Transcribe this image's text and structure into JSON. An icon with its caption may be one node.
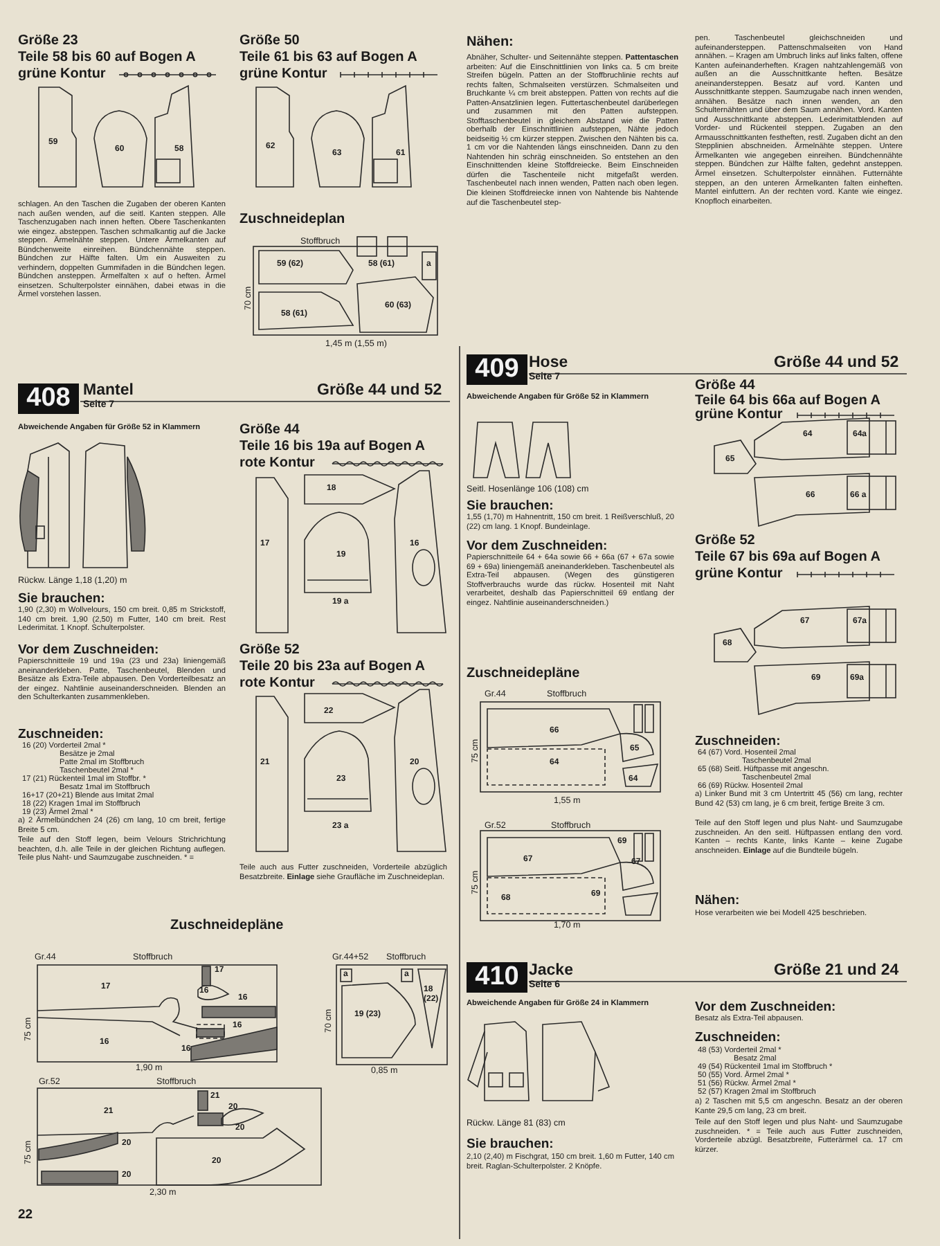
{
  "diagram": {
    "nodes": [
      {
        "text": [
          "408"
        ],
        "beside": [
          "Mantel",
          "Seite 7"
        ]
      },
      {
        "text": [
          "409"
        ],
        "beside": [
          "Hose",
          "Seite 7"
        ]
      },
      {
        "text": [
          "410"
        ],
        "beside": [
          "Jacke",
          "Seite 6"
        ]
      }
    ],
    "labels": [
      "Größe 23",
      "Teile 58 bis 60 auf Bogen A",
      "grüne Kontur",
      "59",
      "60",
      "58",
      "Größe 50",
      "Teile 61 bis 63 auf Bogen A",
      "grüne Kontur",
      "62",
      "63",
      "61",
      "schlagen. An den Taschen die Zugaben der oberen Kanten nach außen wenden, auf die seitl. Kanten steppen. Alle Taschenzugaben nach innen heften. Obere Taschenkanten wie eingez. absteppen. Taschen schmalkantig auf die Jacke steppen. Ärmelnähte steppen. Untere Ärmelkanten auf Bündchenweite einreihen. Bündchennähte steppen. Bündchen zur Hälfte falten. Um ein Ausweiten zu verhindern, doppelten Gummifaden in die Bündchen legen. Bündchen ansteppen. Ärmelfalten x auf o heften. Ärmel einsetzen. Schulterpolster einnähen, dabei etwas in die Ärmel vorstehen lassen.",
      "Zuschneideplan",
      "Stoffbruch",
      "59 (62)",
      "58 (61)",
      "a",
      "70 cm",
      "58 (61)",
      "60 (63)",
      "1,45 m (1,55 m)",
      "Nähen:",
      "Abnäher, Schulter- und Seitennähte steppen. **Pattentaschen** arbeiten: Auf die Einschnittlinien von links ca. 5 cm breite Streifen bügeln. Patten an der Stoffbruchlinie rechts auf rechts falten, Schmalseiten verstürzen. Schmalseiten und Bruchkante ¼ cm breit absteppen. Patten von rechts auf die Patten-Ansatzlinien legen. Futtertaschenbeutel darüberlegen und zusammen mit den Patten aufsteppen. Stofftaschenbeutel in gleichem Abstand wie die Patten oberhalb der Einschnittlinien aufsteppen, Nähte jedoch beidseitig ½ cm kürzer steppen. Zwischen den Nähten bis ca. 1 cm vor die Nahtenden längs einschneiden. Dann zu den Nahtenden hin schräg einschneiden. So entstehen an den Einschnittenden kleine Stoffdreiecke. Beim Einschneiden dürfen die Taschenteile nicht mitgefaßt werden. Taschenbeutel nach innen wenden, Patten nach oben legen. Die kleinen Stoffdreiecke innen von Nahtende bis Nahtende auf die Taschenbeutel step-",
      "pen. Taschenbeutel gleichschneiden und aufeinandersteppen. Pattenschmalseiten von Hand annähen. – Kragen am Umbruch links auf links falten, offene Kanten aufeinanderheften. Kragen nahtzahlengemäß von außen an die Ausschnittkante heften. Besätze aneinandersteppen. Besatz auf vord. Kanten und Ausschnittkante steppen. Saumzugabe nach innen wenden, annähen. Besätze nach innen wenden, an den Schulternähten und über dem Saum annähen. Vord. Kanten und Ausschnittkante absteppen. Lederimitatblenden auf Vorder- und Rückenteil steppen. Zugaben an den Armausschnittkanten festheften, restl. Zugaben dicht an den Stepplinien abschneiden. Ärmelnähte steppen. Untere Ärmelkanten wie angegeben einreihen. Bündchennähte steppen. Bündchen zur Hälfte falten, gedehnt ansteppen. Ärmel einsetzen. Schulterpolster einnähen. Futternähte steppen, an den unteren Ärmelkanten falten einheften. Mantel einfuttern. An der rechten vord. Kante wie eingez. Knopfloch einarbeiten.",
      "Größe 44 und 52",
      "Abweichende Angaben für Größe 52 in Klammern",
      "Rückw. Länge 1,18 (1,20) m",
      "Sie brauchen:",
      "1,90 (2,30) m Wollvelours, 150 cm breit. 0,85 m Strickstoff, 140 cm breit. 1,90 (2,50) m Futter, 140 cm breit. Rest Lederimitat. 1 Knopf. Schulterpolster.",
      "Vor dem Zuschneiden:",
      "Papierschnitteile 19 und 19a (23 und 23a) liniengemäß aneinanderkleben. Patte, Taschenbeutel, Blenden und Besätze als Extra-Teile abpausen. Den Vorderteilbesatz an der eingez. Nahtlinie auseinanderschneiden. Blenden an den Schulterkanten zusammenkleben.",
      "Zuschneiden:",
      "16 (20) Vorderteil 2mal *",
      "Besätze je 2mal",
      "Patte 2mal im Stoffbruch",
      "Taschenbeutel 2mal *",
      "17 (21) Rückenteil 1mal im Stoffbr. *",
      "Besatz 1mal im Stoffbruch",
      "16+17 (20+21) Blende aus Imitat 2mal",
      "18 (22) Kragen 1mal im Stoffbruch",
      "19 (23) Ärmel 2mal *",
      "a) 2 Ärmelbündchen 24 (26) cm lang, 10 cm breit, fertige Breite 5 cm.",
      "Teile auf den Stoff legen, beim Velours Strichrichtung beachten, d.h. alle Teile in der gleichen Richtung auflegen. Teile plus Naht- und Saumzugabe zuschneiden. * =",
      "Größe 44",
      "Teile 16 bis 19a auf Bogen A",
      "rote Kontur",
      "17",
      "18",
      "19",
      "19 a",
      "16",
      "Größe 52",
      "Teile 20 bis 23a auf Bogen A",
      "rote Kontur",
      "22",
      "21",
      "23",
      "23 a",
      "20",
      "Teile auch aus Futter zuschneiden, Vorderteile abzüglich Besatzbreite. **Einlage** siehe Graufläche im Zuschneideplan.",
      "Zuschneidepläne",
      "Gr.44",
      "Stoffbruch",
      "17",
      "17",
      "16",
      "16",
      "16",
      "16",
      "16",
      "75 cm",
      "1,90 m",
      "Gr.44+52",
      "Stoffbruch",
      "a",
      "a",
      "18 (22)",
      "70 cm",
      "19 (23)",
      "0,85 m",
      "Gr.52",
      "Stoffbruch",
      "21",
      "21",
      "20",
      "20",
      "75 cm",
      "20",
      "20",
      "20",
      "2,30 m",
      "22",
      "Größe 44 und 52",
      "Abweichende Angaben für Größe 52 in Klammern",
      "Seitl. Hosenlänge 106 (108) cm",
      "Sie brauchen:",
      "1,55 (1,70) m Hahnentritt, 150 cm breit. 1 Reißverschluß, 20 (22) cm lang. 1 Knopf. Bundeinlage.",
      "Vor dem Zuschneiden:",
      "Papierschnitteile 64 + 64a sowie 66 + 66a (67 + 67a sowie 69 + 69a) liniengemäß aneinanderkleben. Taschenbeutel als Extra-Teil abpausen. (Wegen des günstigeren Stoffverbrauchs wurde das rückw. Hosenteil mit Naht verarbeitet, deshalb das Papierschnitteil 69 entlang der eingez. Nahtlinie auseinanderschneiden.)",
      "Zuschneidepläne",
      "Gr.44",
      "Stoffbruch",
      "66",
      "65",
      "75 cm",
      "64",
      "64",
      "1,55 m",
      "Gr.52",
      "Stoffbruch",
      "69",
      "67",
      "67",
      "75 cm",
      "68",
      "69",
      "1,70 m",
      "Größe 44",
      "Teile 64 bis 66a auf Bogen A",
      "grüne Kontur",
      "64",
      "64a",
      "65",
      "66",
      "66 a",
      "Größe 52",
      "Teile 67 bis 69a auf Bogen A",
      "grüne Kontur",
      "67",
      "67a",
      "68",
      "69",
      "69a",
      "Zuschneiden:",
      "64 (67) Vord. Hosenteil 2mal",
      "Taschenbeutel 2mal",
      "65 (68) Seitl. Hüftpasse mit angeschn.",
      "Taschenbeutel 2mal",
      "66 (69) Rückw. Hosenteil 2mal",
      "a) Linker Bund mit 3 cm Untertritt 45 (56) cm lang, rechter Bund 42 (53) cm lang, je 6 cm breit, fertige Breite 3 cm.",
      "Teile auf den Stoff legen und plus Naht- und Saumzugabe zuschneiden. An den seitl. Hüftpassen entlang den vord. Kanten – rechts Kante, links Kante – keine Zugabe anschneiden. **Einlage** auf die Bundteile bügeln.",
      "Nähen:",
      "Hose verarbeiten wie bei Modell 425 beschrieben.",
      "Größe 21 und 24",
      "Abweichende Angaben für Größe 24 in Klammern",
      "Rückw. Länge 81 (83) cm",
      "Sie brauchen:",
      "2,10 (2,40) m Fischgrat, 150 cm breit. 1,60 m Futter, 140 cm breit. Raglan-Schulterpolster. 2 Knöpfe.",
      "Vor dem Zuschneiden:",
      "Besatz als Extra-Teil abpausen.",
      "Zuschneiden:",
      "48 (53) Vorderteil 2mal *",
      "Besatz 2mal",
      "49 (54) Rückenteil 1mal im Stoffbruch *",
      "50 (55) Vord. Ärmel 2mal *",
      "51 (56) Rückw. Ärmel 2mal *",
      "52 (57) Kragen 2mal im Stoffbruch",
      "a) 2 Taschen mit 5,5 cm angeschn. Besatz an der oberen Kante 29,5 cm lang, 23 cm breit.",
      "Teile auf den Stoff legen und plus Naht- und Saumzugabe zuschneiden. * = Teile auch aus Futter zuschneiden, Vorderteile abzügl. Besatzbreite, Futterärmel ca. 17 cm kürzer."
    ]
  }
}
